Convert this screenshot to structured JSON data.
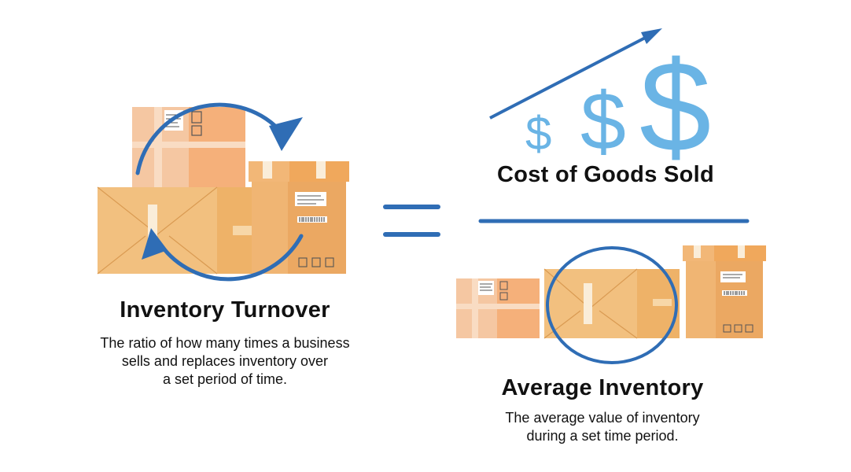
{
  "formula": {
    "result_title": "Inventory Turnover",
    "result_description": [
      "The ratio of how many times a business",
      "sells and replaces inventory over",
      "a set period of time."
    ],
    "numerator_title": "Cost of Goods Sold",
    "denominator_title": "Average Inventory",
    "denominator_description": [
      "The average value of inventory",
      "during a set time period."
    ],
    "dollar_symbol": "$"
  },
  "colors": {
    "accent_blue": "#2f6db5",
    "dollar_blue": "#6ab4e5",
    "box_tan": "#efb974",
    "box_orange": "#f4a766",
    "box_peach": "#f2c39a"
  }
}
